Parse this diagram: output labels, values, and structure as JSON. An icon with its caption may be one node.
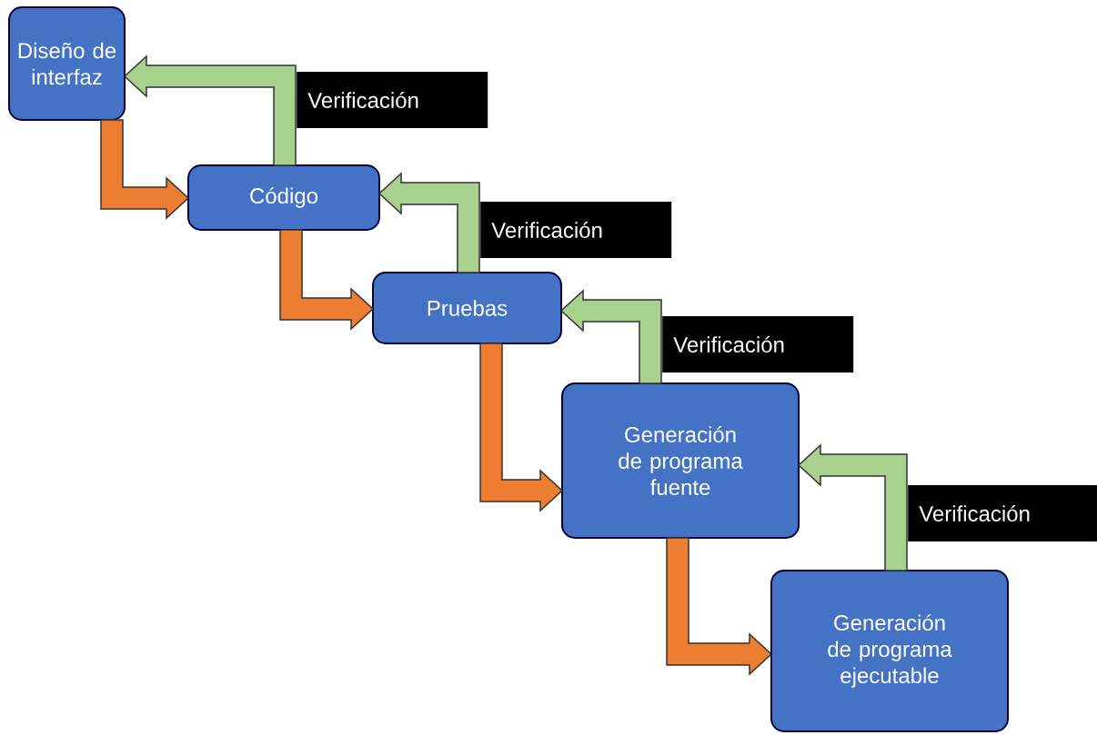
{
  "diagram": {
    "nodes": [
      {
        "text": [
          "Diseño de interfaz"
        ]
      },
      {
        "text": [
          "Código"
        ]
      },
      {
        "text": [
          "Pruebas"
        ]
      },
      {
        "text": [
          "Generación de programa fuente"
        ]
      },
      {
        "text": [
          "Generación de programa ejecutable"
        ]
      }
    ],
    "edges": [
      {
        "from": 0,
        "to": 1,
        "arrow": "to"
      },
      {
        "from": 1,
        "to": 0,
        "arrow": "to",
        "label": "Verificación",
        "color": "#a9d18e"
      },
      {
        "from": 1,
        "to": 2,
        "arrow": "to"
      },
      {
        "from": 2,
        "to": 1,
        "arrow": "to",
        "label": "Verificación",
        "color": "#a9d18e"
      },
      {
        "from": 2,
        "to": 3,
        "arrow": "to"
      },
      {
        "from": 3,
        "to": 2,
        "arrow": "to",
        "label": "Verificación",
        "color": "#a9d18e"
      },
      {
        "from": 3,
        "to": 4,
        "arrow": "to"
      },
      {
        "from": 4,
        "to": 3,
        "arrow": "to",
        "label": "Verificación",
        "color": "#a9d18e"
      }
    ]
  }
}
